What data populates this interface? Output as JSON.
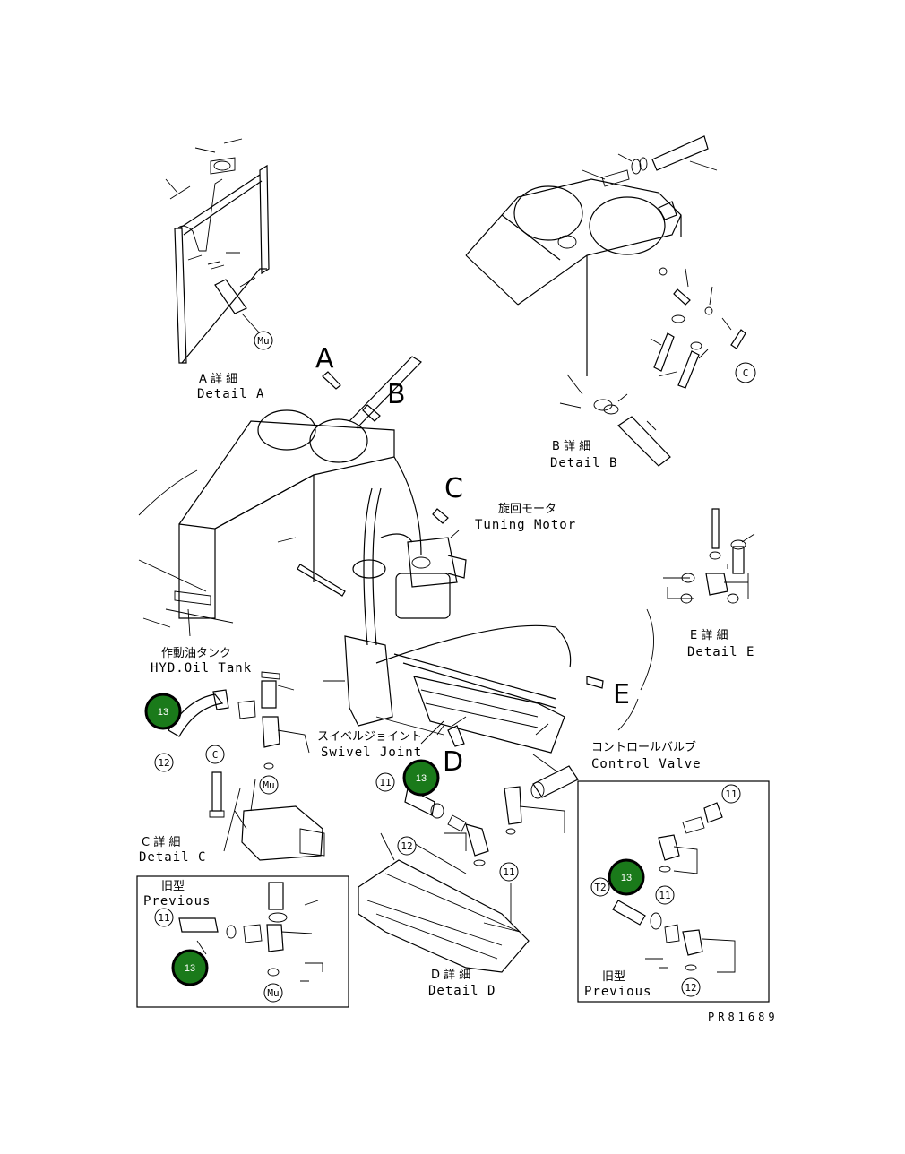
{
  "labels": {
    "detail_a_jp": "A 詳 細",
    "detail_a_en": "Detail A",
    "detail_b_jp": "B 詳 細",
    "detail_b_en": "Detail B",
    "detail_c_jp": "C 詳 細",
    "detail_c_en": "Detail C",
    "detail_d_jp": "D 詳 細",
    "detail_d_en": "Detail D",
    "detail_e_jp": "E 詳 細",
    "detail_e_en": "Detail E",
    "turning_motor_jp": "旋回モータ",
    "turning_motor_en": "Tuning Motor",
    "hyd_tank_jp": "作動油タンク",
    "hyd_tank_en": "HYD.Oil Tank",
    "swivel_jp": "スイベルジョイント",
    "swivel_en": "Swivel Joint",
    "control_valve_jp": "コントロールバルブ",
    "control_valve_en": "Control Valve",
    "previous_left_jp": "旧型",
    "previous_left_en": "Previous",
    "previous_right_jp": "旧型",
    "previous_right_en": "Previous",
    "drawing_no": "PR81689"
  },
  "view_letters": {
    "a": "A",
    "b": "B",
    "c": "C",
    "d": "D",
    "e": "E"
  },
  "callouts": {
    "mu": "Mu",
    "c": "C",
    "n11": "11",
    "n12": "12",
    "t2": "T2"
  },
  "hotspots": {
    "label": "13",
    "color": "#1a7a1a"
  }
}
